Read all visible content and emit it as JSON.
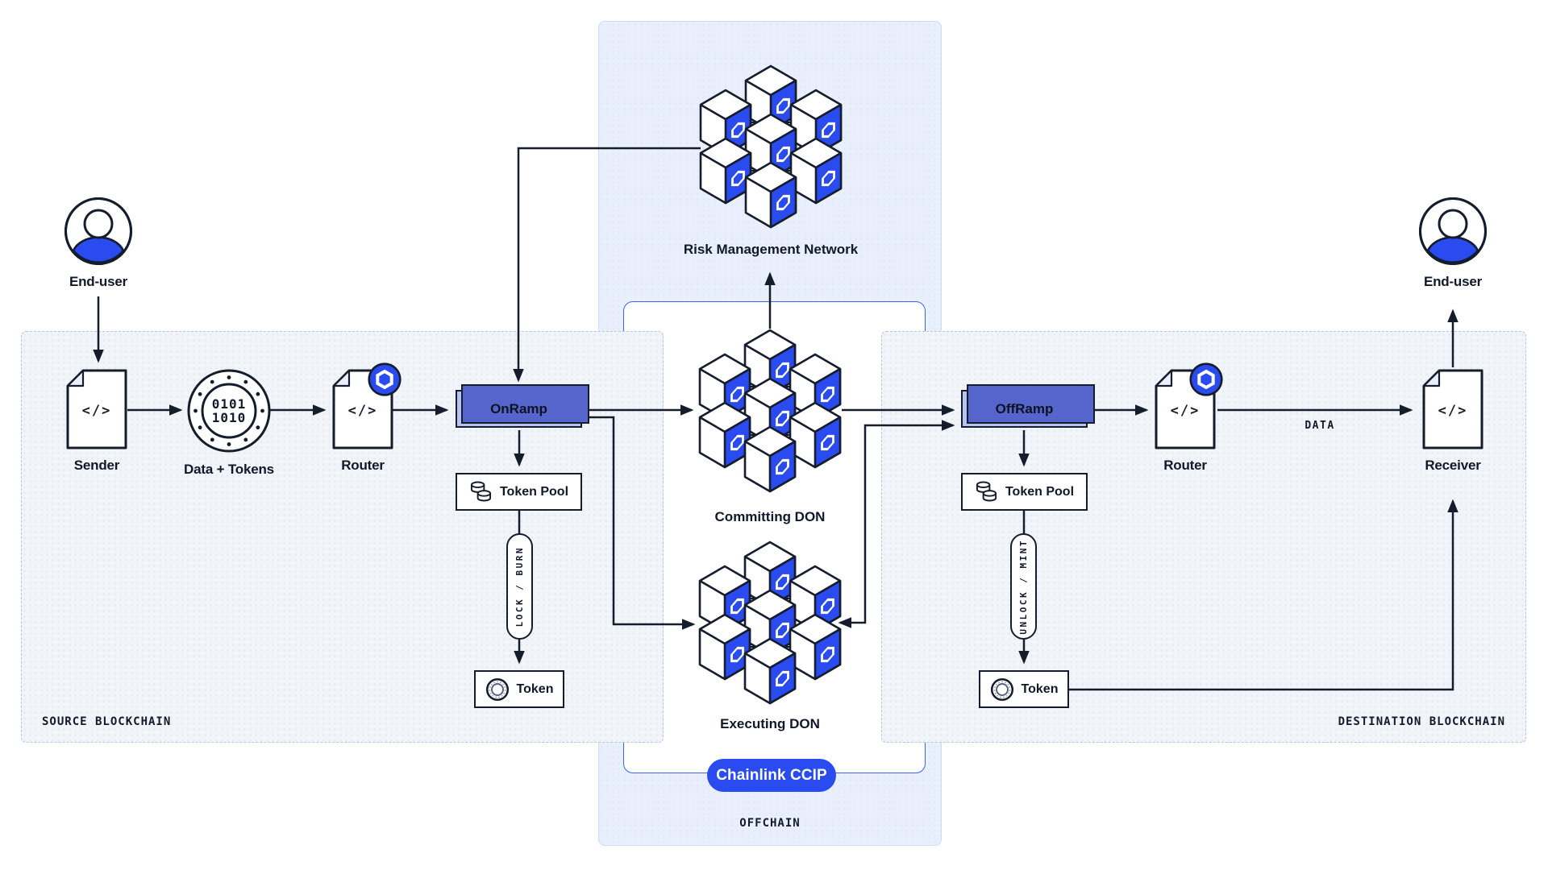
{
  "title": "Chainlink CCIP cross-chain architecture diagram",
  "colors": {
    "brand_blue": "#2a4bf0",
    "ink": "#151c2c",
    "ramp_fill": "#b7c3f2",
    "ramp_shadow": "#5565cc",
    "lane_border": "#3d63f1",
    "offchain_bg": "#e9f0fc",
    "blockchain_panel_bg": "#f1f4f9"
  },
  "panels": {
    "source": {
      "label": "SOURCE BLOCKCHAIN"
    },
    "destination": {
      "label": "DESTINATION BLOCKCHAIN"
    },
    "offchain": {
      "label": "OFFCHAIN",
      "badge": "Chainlink CCIP"
    }
  },
  "glyphs": {
    "code": "</>",
    "binary_line1": "0101",
    "binary_line2": "1010"
  },
  "nodes": {
    "end_user_left": {
      "label": "End-user"
    },
    "sender": {
      "label": "Sender"
    },
    "data_tokens": {
      "label": "Data + Tokens"
    },
    "router_left": {
      "label": "Router"
    },
    "onramp": {
      "label": "OnRamp"
    },
    "token_pool_left": {
      "label": "Token Pool"
    },
    "lock_burn": {
      "label": "LOCK / BURN"
    },
    "token_left": {
      "label": "Token"
    },
    "risk_management_network": {
      "label": "Risk Management Network"
    },
    "committing_don": {
      "label": "Committing DON"
    },
    "executing_don": {
      "label": "Executing DON"
    },
    "offramp": {
      "label": "OffRamp"
    },
    "token_pool_right": {
      "label": "Token Pool"
    },
    "unlock_mint": {
      "label": "UNLOCK / MINT"
    },
    "token_right": {
      "label": "Token"
    },
    "router_right": {
      "label": "Router"
    },
    "receiver": {
      "label": "Receiver"
    },
    "end_user_right": {
      "label": "End-user"
    }
  },
  "edges": {
    "data_label": "DATA"
  }
}
